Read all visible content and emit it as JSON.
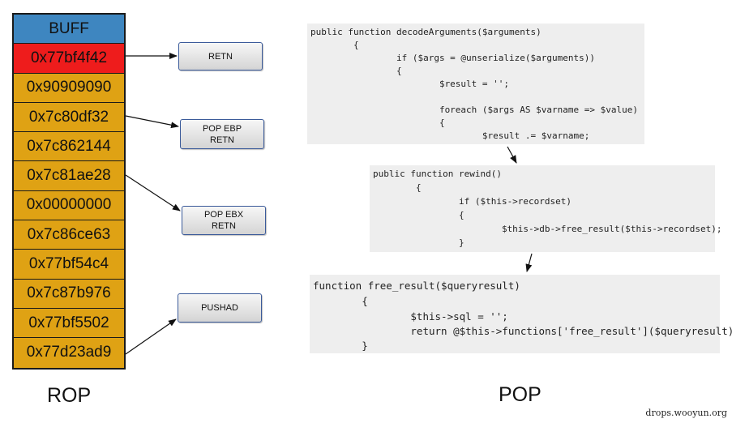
{
  "rop": {
    "caption": "ROP",
    "stack": [
      {
        "value": "BUFF",
        "color": "#3e86c0"
      },
      {
        "value": "0x77bf4f42",
        "color": "#ee1c1c"
      },
      {
        "value": "0x90909090",
        "color": "#dfa214"
      },
      {
        "value": "0x7c80df32",
        "color": "#dfa214"
      },
      {
        "value": "0x7c862144",
        "color": "#dfa214"
      },
      {
        "value": "0x7c81ae28",
        "color": "#dfa214"
      },
      {
        "value": "0x00000000",
        "color": "#dfa214"
      },
      {
        "value": "0x7c86ce63",
        "color": "#dfa214"
      },
      {
        "value": "0x77bf54c4",
        "color": "#dfa214"
      },
      {
        "value": "0x7c87b976",
        "color": "#dfa214"
      },
      {
        "value": "0x77bf5502",
        "color": "#dfa214"
      },
      {
        "value": "0x77d23ad9",
        "color": "#dfa214"
      }
    ],
    "gadgets": [
      {
        "line1": "RETN",
        "line2": ""
      },
      {
        "line1": "POP EBP",
        "line2": "RETN"
      },
      {
        "line1": "POP EBX",
        "line2": "RETN"
      },
      {
        "line1": "PUSHAD",
        "line2": ""
      }
    ]
  },
  "pop": {
    "caption": "POP",
    "block1": [
      "public function decodeArguments($arguments)",
      "        {",
      "                if ($args = @unserialize($arguments))",
      "                {",
      "                        $result = '';",
      "",
      "                        foreach ($args AS $varname => $value)",
      "                        {",
      "                                $result .= $varname;"
    ],
    "block2": [
      "public function rewind()",
      "        {",
      "                if ($this->recordset)",
      "                {",
      "                        $this->db->free_result($this->recordset);",
      "                }"
    ],
    "block3": [
      "function free_result($queryresult)",
      "        {",
      "                $this->sql = '';",
      "                return @$this->functions['free_result']($queryresult);",
      "        }"
    ]
  },
  "watermark": "drops.wooyun.org"
}
